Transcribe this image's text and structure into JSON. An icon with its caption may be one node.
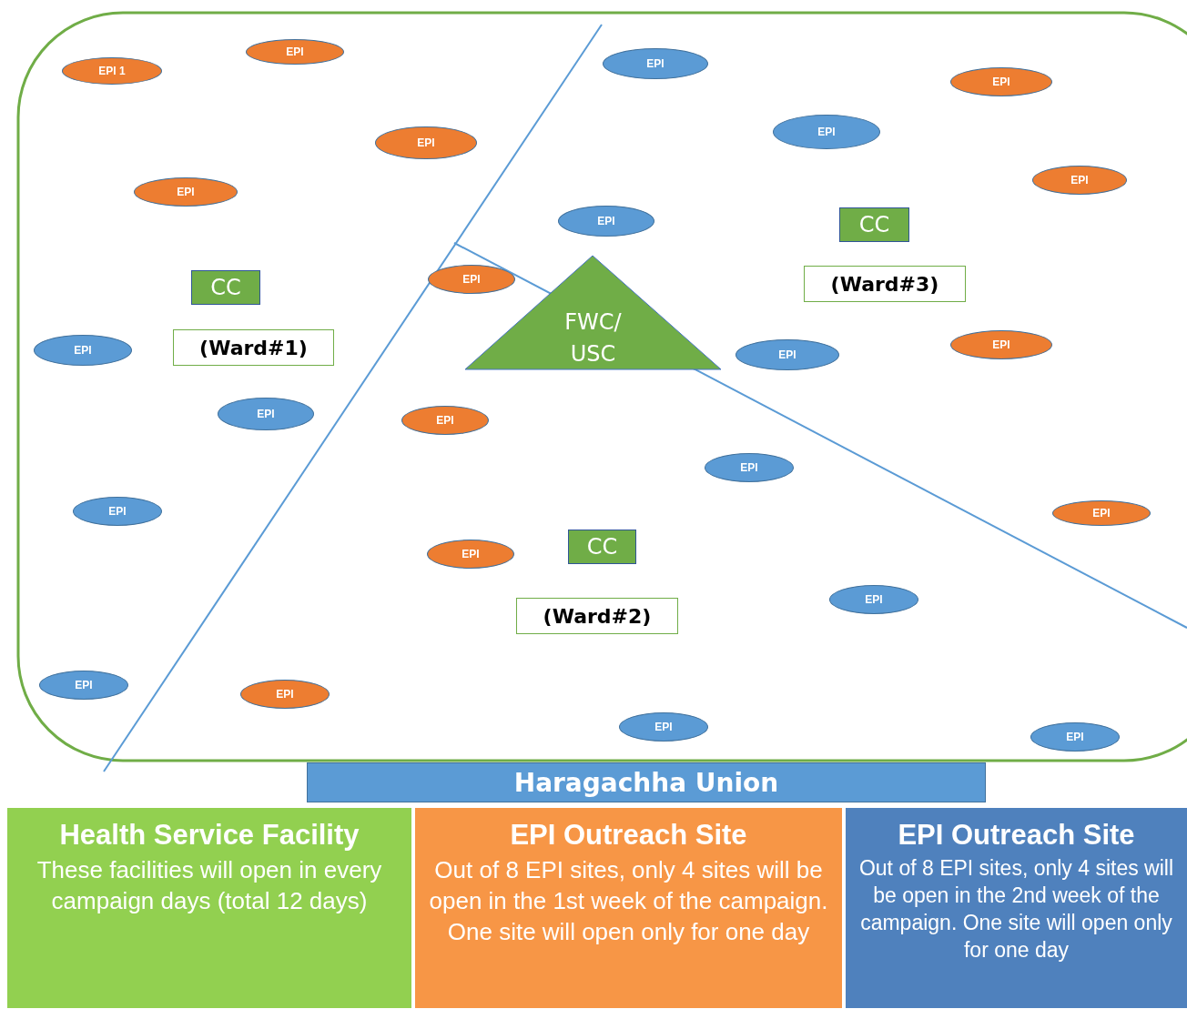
{
  "diagram": {
    "nodes": [
      {
        "text": [
          "EPI"
        ]
      },
      {
        "text": [
          "EPI 1"
        ]
      },
      {
        "text": [
          "EPI"
        ]
      },
      {
        "text": [
          "EPI"
        ]
      },
      {
        "text": [
          "EPI"
        ]
      },
      {
        "text": [
          "EPI"
        ]
      },
      {
        "text": [
          "EPI"
        ]
      },
      {
        "text": [
          "EPI"
        ]
      },
      {
        "text": [
          "EPI"
        ]
      },
      {
        "text": [
          "CC"
        ]
      },
      {
        "text": [
          "CC"
        ]
      },
      {
        "text": [
          "EPI"
        ]
      },
      {
        "text": [
          "(Ward#3)"
        ]
      },
      {
        "text": [
          "FWC/ USC"
        ]
      },
      {
        "text": [
          "(Ward#1)"
        ]
      },
      {
        "text": [
          "EPI"
        ]
      },
      {
        "text": [
          "EPI"
        ]
      },
      {
        "text": [
          "EPI"
        ]
      },
      {
        "text": [
          "EPI"
        ]
      },
      {
        "text": [
          "EPI"
        ]
      },
      {
        "text": [
          "EPI"
        ]
      },
      {
        "text": [
          "EPI"
        ]
      },
      {
        "text": [
          "EPI"
        ]
      },
      {
        "text": [
          "CC"
        ]
      },
      {
        "text": [
          "EPI"
        ]
      },
      {
        "text": [
          "EPI"
        ]
      },
      {
        "text": [
          "(Ward#2)"
        ]
      },
      {
        "text": [
          "EPI"
        ]
      },
      {
        "text": [
          "EPI"
        ]
      },
      {
        "text": [
          "EPI"
        ]
      },
      {
        "text": [
          "EPI"
        ]
      },
      {
        "text": [
          "Haragachha Union"
        ]
      },
      {
        "text": [
          "Health Service Facility",
          "These facilities will open in every campaign days (total 12 days)"
        ]
      },
      {
        "text": [
          "EPI Outreach Site",
          "Out of 8 EPI sites, only 4 sites will be open in the 1st week of the campaign. One site will open only for one day"
        ]
      },
      {
        "text": [
          "EPI Outreach Site",
          "Out of 8 EPI sites, only 4 sites will be open in the 2nd week of the campaign. One site will open only for one day"
        ]
      }
    ]
  }
}
